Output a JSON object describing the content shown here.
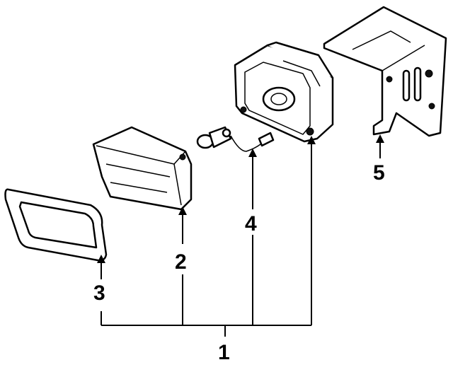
{
  "callouts": {
    "c1": "1",
    "c2": "2",
    "c3": "3",
    "c4": "4",
    "c5": "5"
  },
  "icons": {
    "part3": "fog-lamp-bezel-icon",
    "part2": "fog-lamp-lens-icon",
    "part4": "bulb-with-wire-icon",
    "part1": "fog-lamp-housing-icon",
    "part5": "mounting-bracket-icon"
  }
}
